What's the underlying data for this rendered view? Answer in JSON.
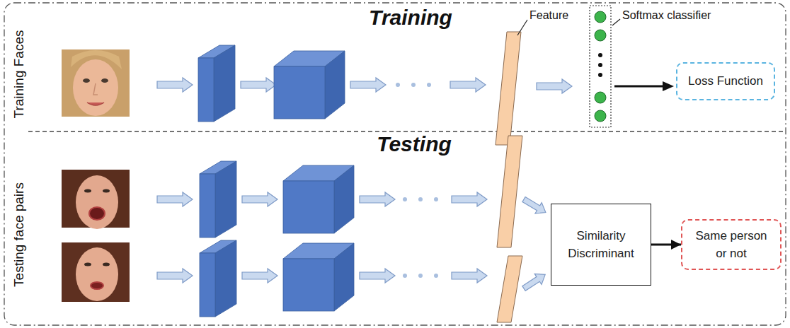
{
  "diagram": {
    "nodes": [
      {
        "text": [
          "Loss Function"
        ]
      },
      {
        "text": [
          "Similarity Discriminant"
        ]
      },
      {
        "text": [
          "Same person or not"
        ]
      }
    ],
    "edges": [
      {
        "from": 1,
        "to": 2,
        "arrow": "to"
      }
    ],
    "labels": [
      "Training",
      "Testing",
      "Training Faces",
      "Testing face pairs",
      "Feature",
      "Softmax classifier"
    ]
  }
}
